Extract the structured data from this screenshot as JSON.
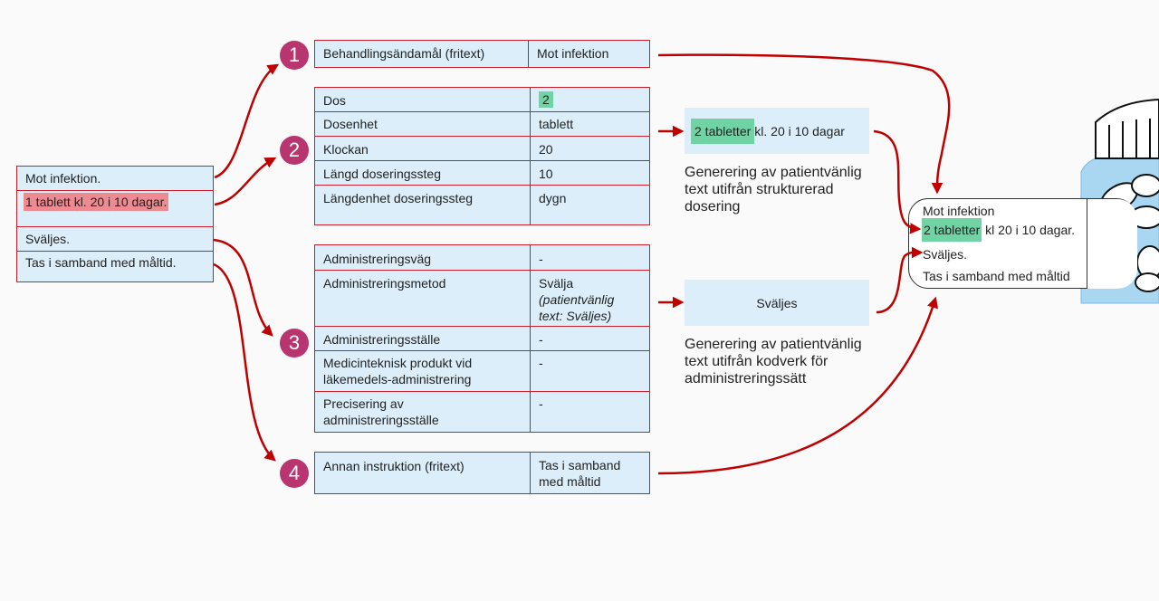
{
  "source": {
    "line1": "Mot infektion.",
    "line2": "1 tablett kl. 20 i 10 dagar.",
    "line3": "Sväljes.",
    "line4": "Tas i samband med måltid."
  },
  "markers": [
    "1",
    "2",
    "3",
    "4"
  ],
  "table1": [
    [
      "Behandlingsändamål (fritext)",
      "Mot infektion"
    ]
  ],
  "table2": [
    [
      "Dos",
      "2"
    ],
    [
      "Dosenhet",
      "tablett"
    ],
    [
      "Klockan",
      "20"
    ],
    [
      "Längd doseringssteg",
      "10"
    ],
    [
      "Längdenhet doseringssteg",
      "dygn"
    ]
  ],
  "table3": {
    "r1": [
      "Administreringsväg",
      "-"
    ],
    "r2": [
      "Administreringsmetod",
      "Svälja",
      "(patientvänlig text: Sväljes)"
    ],
    "r3": [
      "Administreringsställe",
      "-"
    ],
    "r4": [
      "Medicinteknisk produkt vid läkemedels-administrering",
      "-"
    ],
    "r5": [
      "Precisering av administreringsställe",
      "-"
    ]
  },
  "table4": [
    [
      "Annan instruktion (fritext)",
      "Tas i samband med måltid"
    ]
  ],
  "result_dosage": {
    "highlight": "2 tabletter",
    "rest": " kl. 20 i 10 dagar"
  },
  "caption_dosage": "Generering av patientvänlig text utifrån strukturerad dosering",
  "result_admin": "Sväljes",
  "caption_admin": "Generering av patientvänlig text utifrån kodverk för administreringssätt",
  "label": {
    "line1": "Mot infektion",
    "line2_highlight": "2 tabletter",
    "line2_rest": " kl 20 i 10 dagar.",
    "line3": "Sväljes.",
    "line4": "Tas i samband med måltid"
  },
  "colors": {
    "arrow": "#c00000",
    "marker": "#b83570",
    "table_bg": "#dbeefa",
    "green": "#6fd3a3",
    "pink": "#ee8a92"
  }
}
